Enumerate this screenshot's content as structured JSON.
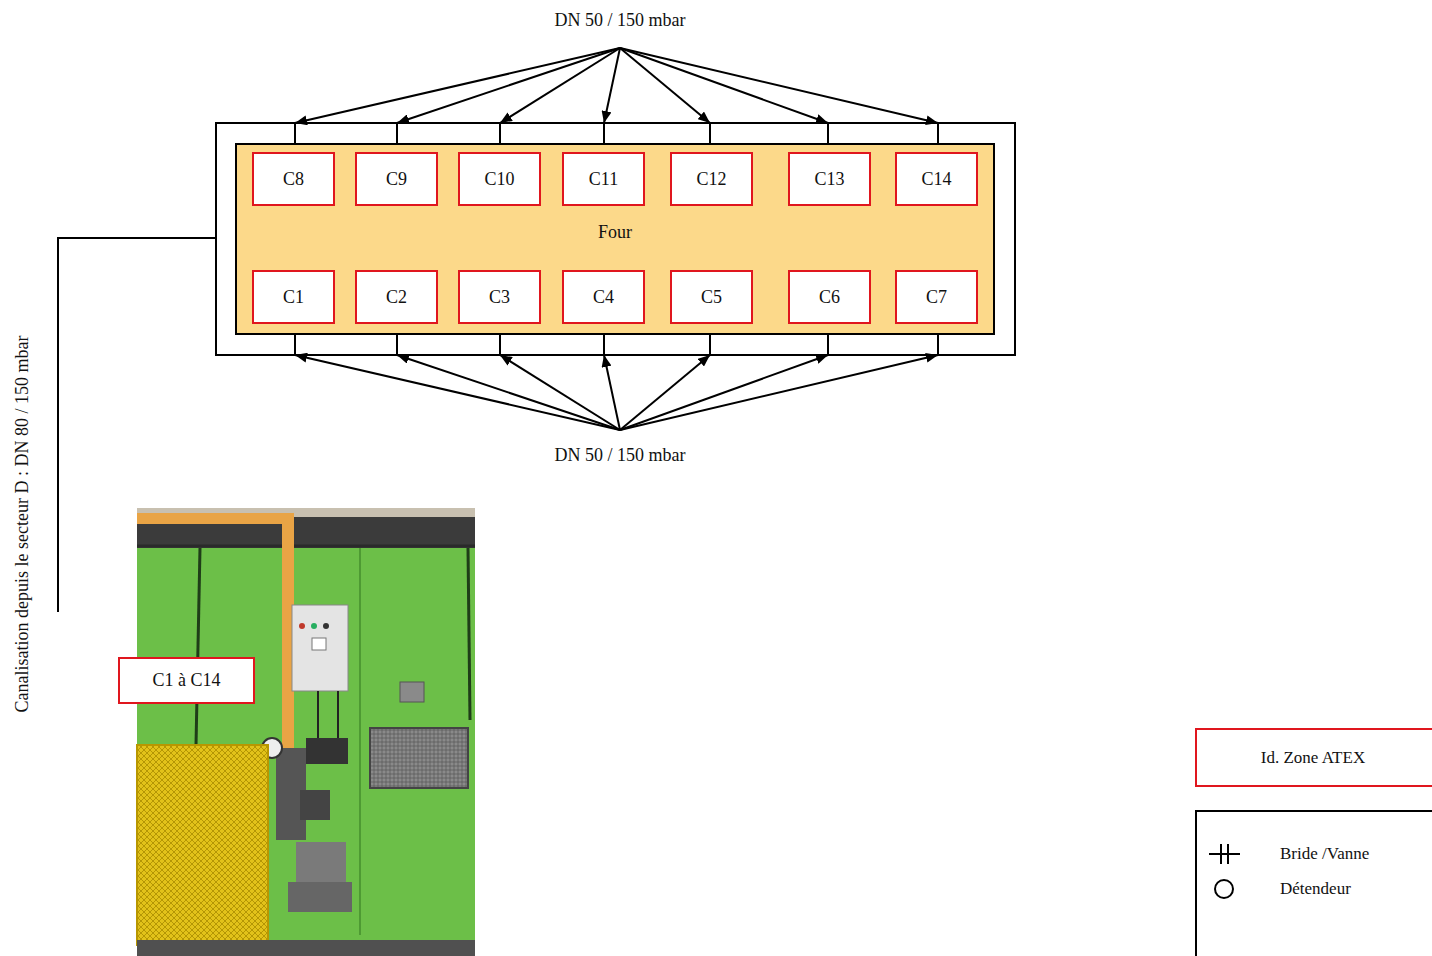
{
  "diagram": {
    "nodes": [
      {
        "text": [
          "Four"
        ]
      },
      {
        "text": [
          "C8"
        ],
        "in": 0
      },
      {
        "text": [
          "C9"
        ],
        "in": 0
      },
      {
        "text": [
          "C10"
        ],
        "in": 0
      },
      {
        "text": [
          "C11"
        ],
        "in": 0
      },
      {
        "text": [
          "C12"
        ],
        "in": 0
      },
      {
        "text": [
          "C13"
        ],
        "in": 0
      },
      {
        "text": [
          "C14"
        ],
        "in": 0
      },
      {
        "text": [
          "C1"
        ],
        "in": 0
      },
      {
        "text": [
          "C2"
        ],
        "in": 0
      },
      {
        "text": [
          "C3"
        ],
        "in": 0
      },
      {
        "text": [
          "C4"
        ],
        "in": 0
      },
      {
        "text": [
          "C5"
        ],
        "in": 0
      },
      {
        "text": [
          "C6"
        ],
        "in": 0
      },
      {
        "text": [
          "C7"
        ],
        "in": 0
      },
      {
        "text": [
          "C1 à C14"
        ]
      }
    ],
    "labels": [
      "DN 50 / 150 mbar",
      "Canalisation depuis le secteur D : DN 80 / 150 mbar",
      "DN 50 / 150 mbar"
    ],
    "legend": [
      {
        "text": "Id. Zone ATEX"
      },
      {
        "text": "Bride /Vanne"
      },
      {
        "text": "Détendeur"
      }
    ]
  }
}
